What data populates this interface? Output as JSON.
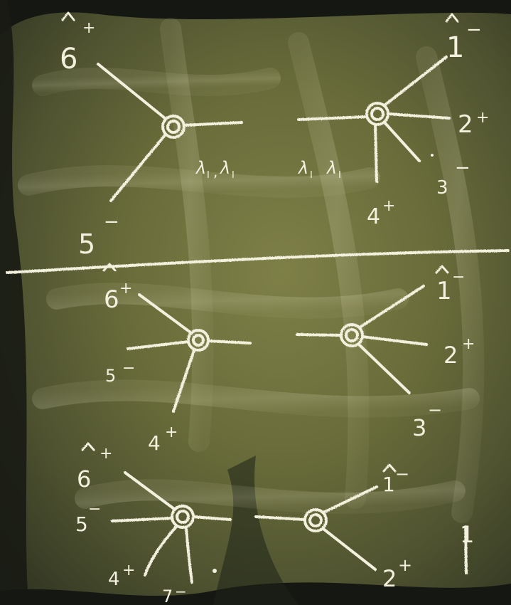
{
  "photo": {
    "subject": "chalkboard",
    "chalk_color": "#f3f1de",
    "board_color": "#6a6d3a",
    "frame_color": "#141712"
  },
  "labels": {
    "top_left_6": "6",
    "top_left_6_sign": "+",
    "top_left_5": "5",
    "top_left_5_sign": "−",
    "top_middle_l1": "λ",
    "top_middle_l1_sub": "I",
    "top_middle_eq": ",",
    "top_middle_l1t": "λ",
    "top_middle_l1t_sub": "I",
    "top_middle_l2": "λ",
    "top_middle_l2_sub": "I",
    "top_middle_l2t": "λ",
    "top_middle_l2t_sub": "I",
    "top_right_1": "1",
    "top_right_1_sign": "−",
    "top_right_2": "2",
    "top_right_2_sign": "+",
    "top_right_3": "3",
    "top_right_3_sign": "−",
    "top_right_4": "4",
    "top_right_4_sign": "+",
    "mid_left_6": "6",
    "mid_left_6_sign": "+",
    "mid_left_5": "5",
    "mid_left_5_sign": "−",
    "mid_left_4": "4",
    "mid_left_4_sign": "+",
    "mid_right_1": "1",
    "mid_right_1_sign": "−",
    "mid_right_2": "2",
    "mid_right_2_sign": "+",
    "mid_right_3": "3",
    "mid_right_3_sign": "−",
    "bot_left_6": "6",
    "bot_left_6_sign": "+",
    "bot_left_5": "5",
    "bot_left_5_sign": "−",
    "bot_left_4": "4",
    "bot_left_4_sign": "+",
    "bot_left_7": "7",
    "bot_left_7_sign": "−",
    "bot_right_1": "1",
    "bot_right_1_sign": "−",
    "bot_right_2": "2",
    "bot_right_2_sign": "+",
    "bot_right_1b": "1"
  }
}
